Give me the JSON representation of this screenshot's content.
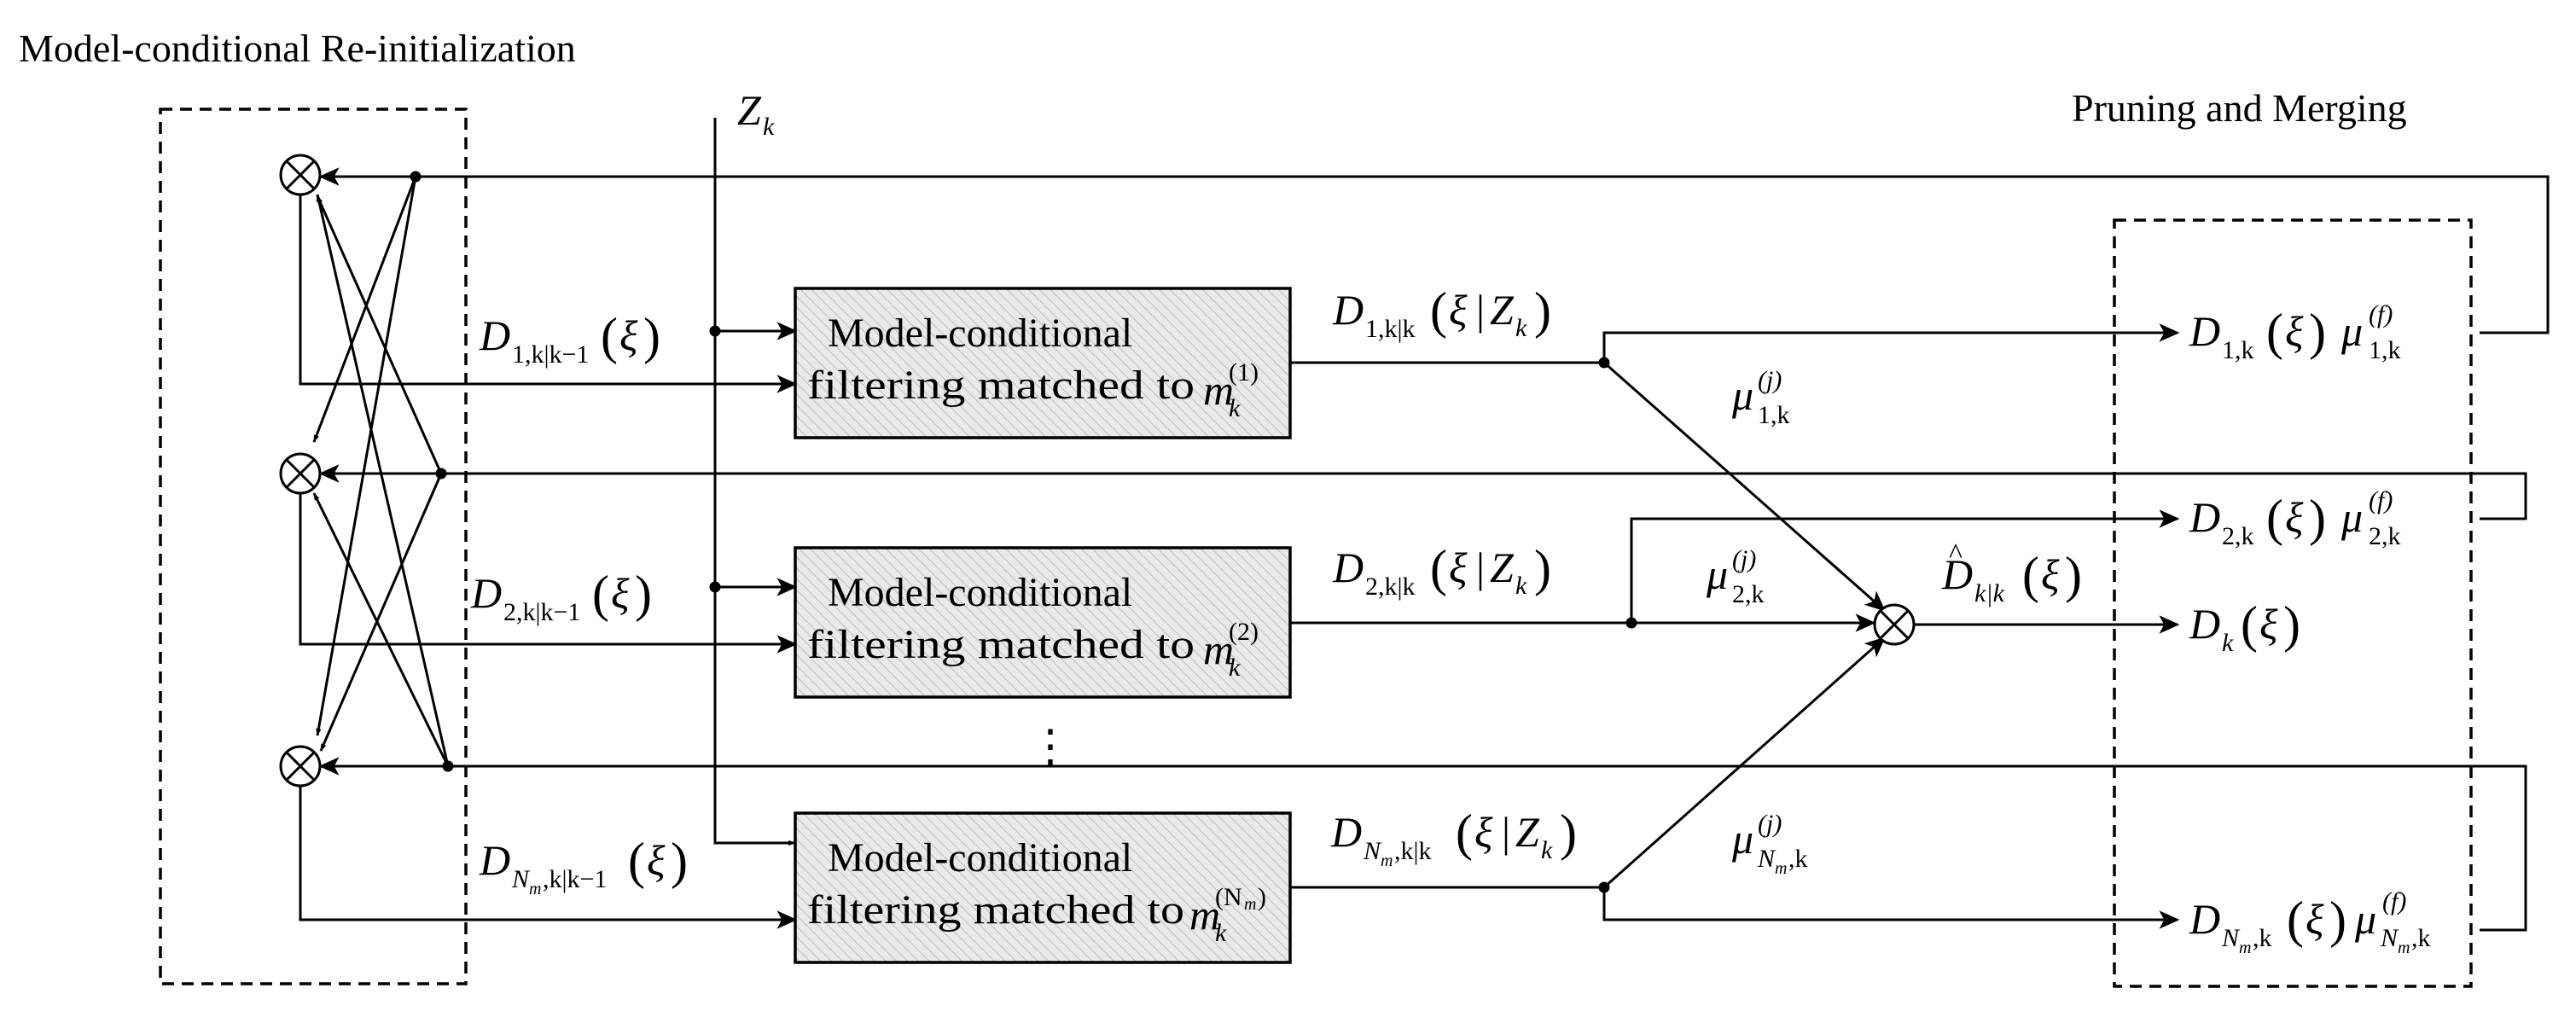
{
  "titles": {
    "reinit": "Model-conditional Re-initialization",
    "pruning": "Pruning and Merging"
  },
  "measurement": {
    "base": "Z",
    "sub": "k"
  },
  "filters": [
    {
      "line1": "Model-conditional",
      "line2": "filtering matched to",
      "m_sup": "(1)"
    },
    {
      "line1": "Model-conditional",
      "line2": "filtering matched to",
      "m_sup": "(2)"
    },
    {
      "line1": "Model-conditional",
      "line2": "filtering matched to",
      "m_sup": "(N"
    }
  ],
  "symbols": {
    "D": "D",
    "m": "m",
    "k": "k",
    "xi": "ξ",
    "mu": "μ",
    "sup_j": "(j)",
    "sup_f": "(f)",
    "m_sub_nm": "m",
    "sup_close": ")",
    "cond": "|",
    "paren_open": "(",
    "paren_close": ")"
  },
  "subscripts": {
    "pred_1": "1,k|k−1",
    "pred_2": "2,k|k−1",
    "pred_n_tail": ",k|k−1",
    "upd_1": "1,k|k",
    "upd_2": "2,k|k",
    "upd_n_tail": ",k|k",
    "mu_1": "1,k",
    "mu_2": "2,k",
    "mu_n_tail": ",k",
    "Nm_base": "N",
    "Nm_sub": "m",
    "out_1": "1,k",
    "out_2": "2,k",
    "out_n_tail": ",k",
    "k": "k",
    "kk": "k|k"
  },
  "ellipsis": "⋮",
  "hat": "^"
}
